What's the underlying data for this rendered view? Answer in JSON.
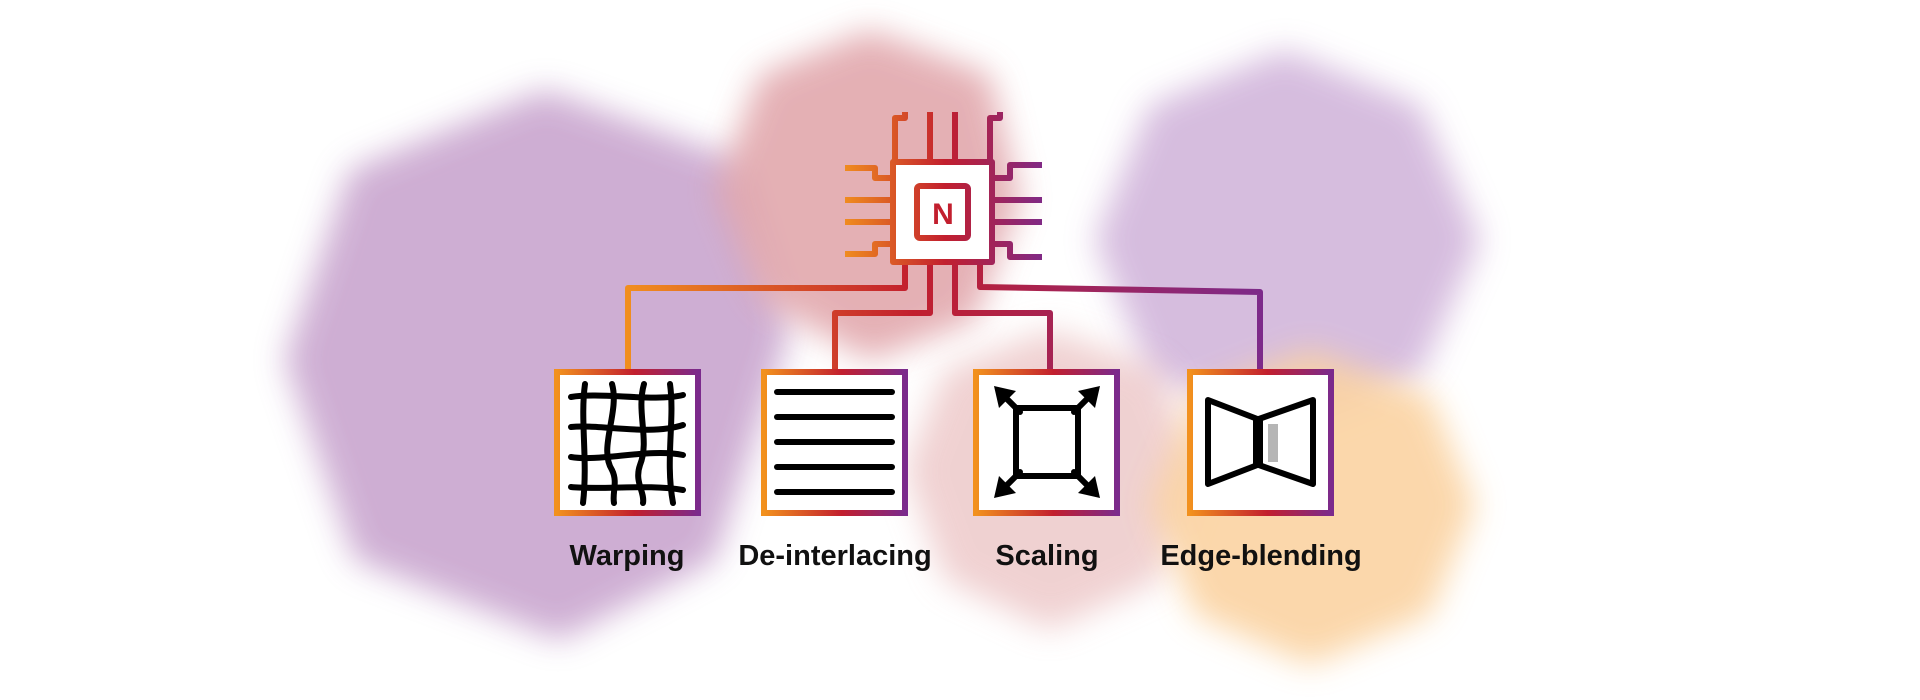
{
  "chip": {
    "label": "N"
  },
  "functions": [
    {
      "label": "Warping",
      "icon": "warp-grid-icon"
    },
    {
      "label": "De-interlacing",
      "icon": "horizontal-lines-icon"
    },
    {
      "label": "Scaling",
      "icon": "scale-arrows-icon"
    },
    {
      "label": "Edge-blending",
      "icon": "edge-blend-icon"
    }
  ],
  "colors": {
    "orange": "#f2911e",
    "red": "#c21f2e",
    "purple": "#7b2a8c",
    "bg_purple": "#c9a6cf",
    "bg_red": "#e0a3a8",
    "bg_orange": "#fbd3a2",
    "icon": "#000000",
    "text": "#111111"
  }
}
